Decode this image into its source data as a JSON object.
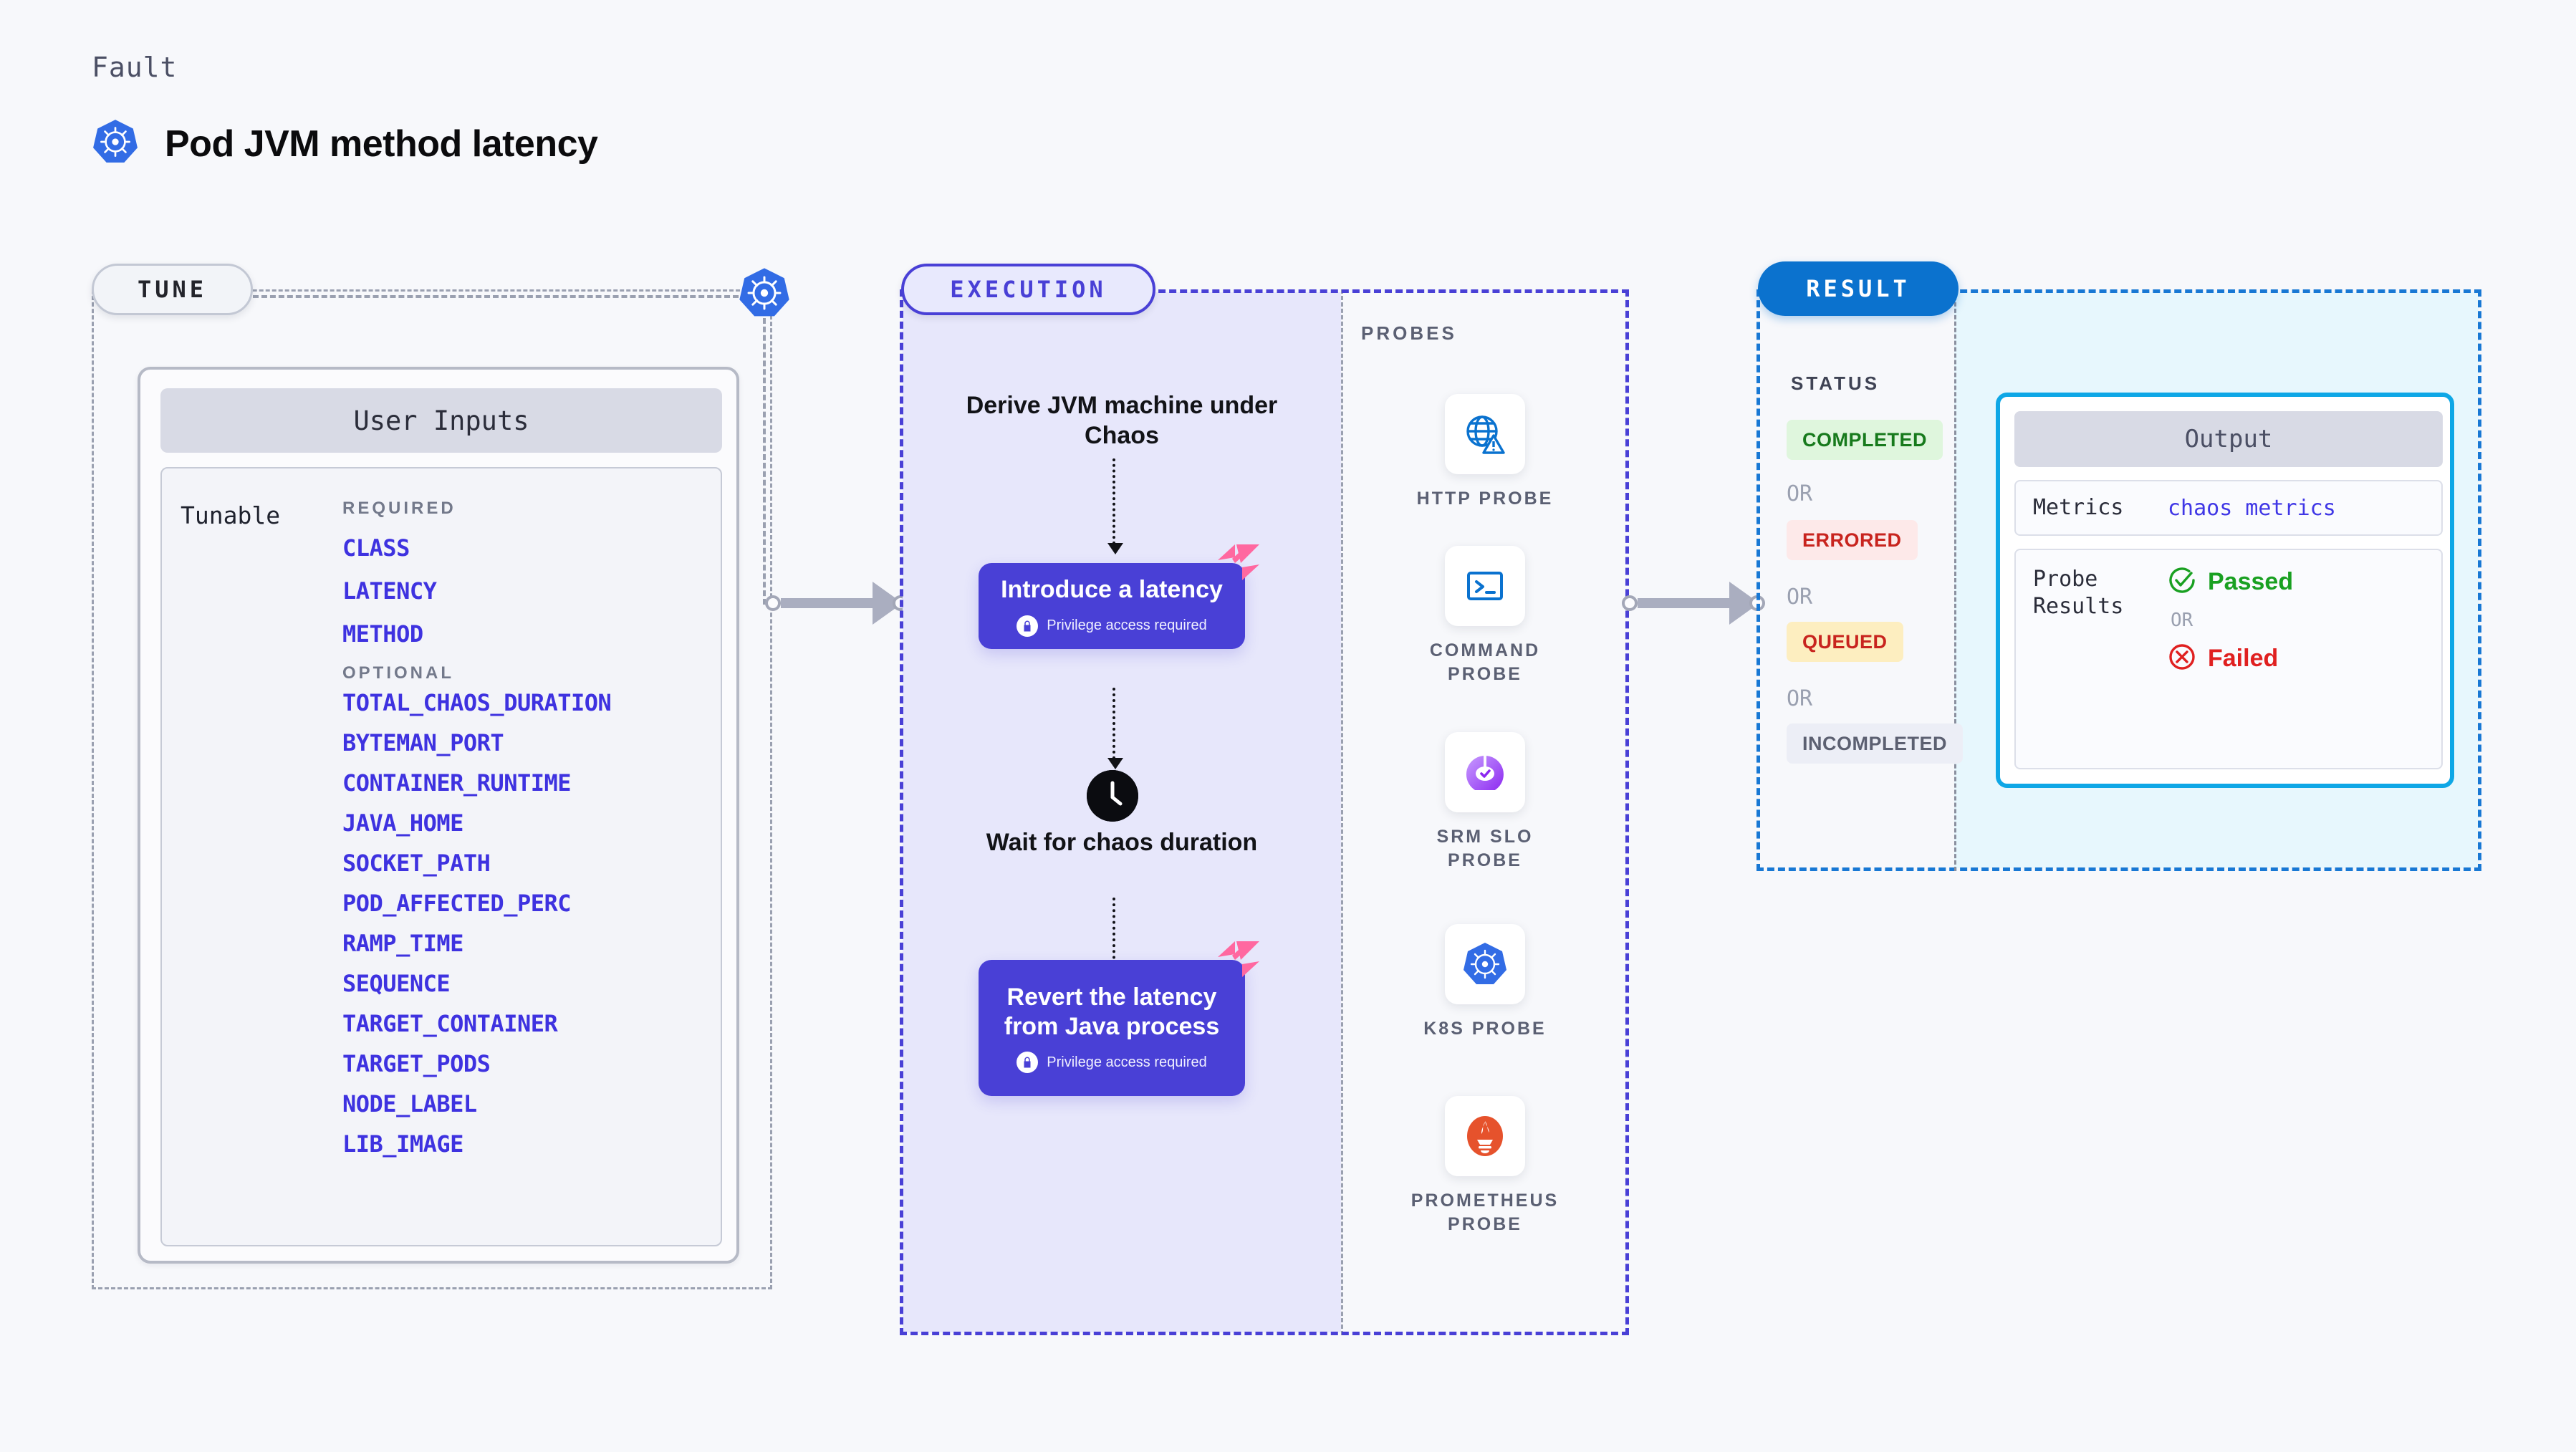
{
  "header": {
    "kicker": "Fault",
    "title": "Pod JVM method latency",
    "icon": "kubernetes-icon"
  },
  "tune": {
    "pill_label": "TUNE",
    "connector_icon": "kubernetes-icon",
    "card_title": "User Inputs",
    "tunable_label": "Tunable",
    "required_label": "REQUIRED",
    "optional_label": "OPTIONAL",
    "required": [
      "CLASS",
      "LATENCY",
      "METHOD"
    ],
    "optional": [
      "TOTAL_CHAOS_DURATION",
      "BYTEMAN_PORT",
      "CONTAINER_RUNTIME",
      "JAVA_HOME",
      "SOCKET_PATH",
      "POD_AFFECTED_PERC",
      "RAMP_TIME",
      "SEQUENCE",
      "TARGET_CONTAINER",
      "TARGET_PODS",
      "NODE_LABEL",
      "LIB_IMAGE"
    ]
  },
  "execution": {
    "pill_label": "EXECUTION",
    "step1_title": "Derive JVM machine under Chaos",
    "step2_title": "Introduce a latency",
    "step2_note": "Privilege access required",
    "step3_title": "Wait for chaos duration",
    "step3_icon": "clock-icon",
    "step4_title": "Revert the latency from Java process",
    "step4_note": "Privilege access required",
    "badge_icon": "harness-logo-icon",
    "lock_icon": "lock-icon"
  },
  "probes": {
    "section_label": "PROBES",
    "items": [
      {
        "name": "HTTP PROBE",
        "icon": "globe-warning-icon"
      },
      {
        "name": "COMMAND PROBE",
        "icon": "terminal-icon"
      },
      {
        "name": "SRM SLO PROBE",
        "icon": "slo-gauge-icon"
      },
      {
        "name": "K8S PROBE",
        "icon": "kubernetes-icon"
      },
      {
        "name": "PROMETHEUS PROBE",
        "icon": "prometheus-icon"
      }
    ]
  },
  "result": {
    "pill_label": "RESULT",
    "status_label": "STATUS",
    "or_label": "OR",
    "statuses": [
      {
        "label": "COMPLETED",
        "bg": "#dff6dd",
        "fg": "#177a1c"
      },
      {
        "label": "ERRORED",
        "bg": "#fde9e9",
        "fg": "#c8241e"
      },
      {
        "label": "QUEUED",
        "bg": "#fdeec0",
        "fg": "#c8241e"
      },
      {
        "label": "INCOMPLETED",
        "bg": "#eceef6",
        "fg": "#5c6071"
      }
    ],
    "output": {
      "title": "Output",
      "metrics_key": "Metrics",
      "metrics_value": "chaos metrics",
      "probe_key": "Probe Results",
      "passed_label": "Passed",
      "failed_label": "Failed",
      "or_label": "OR",
      "passed_icon": "check-circle-icon",
      "failed_icon": "x-circle-icon"
    }
  },
  "colors": {
    "accent_violet": "#4940d6",
    "accent_blue": "#0b72ce",
    "accent_cyan": "#0ea7e6",
    "param_link": "#3e32e0",
    "harness_pink": "#ff68a0",
    "k8s_blue": "#326ce5",
    "prometheus_orange": "#e6522c",
    "page_bg": "#f7f8fb"
  }
}
